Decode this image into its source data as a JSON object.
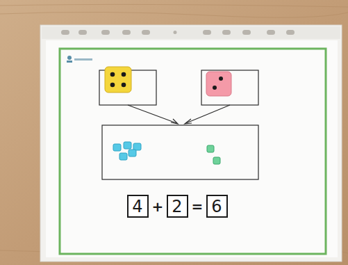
{
  "diagram": {
    "nodes": [
      {
        "text": [
          "4"
        ]
      },
      {
        "text": [
          "2"
        ]
      },
      {
        "text": [
          "6"
        ]
      }
    ],
    "labels": [
      "+",
      "="
    ]
  }
}
